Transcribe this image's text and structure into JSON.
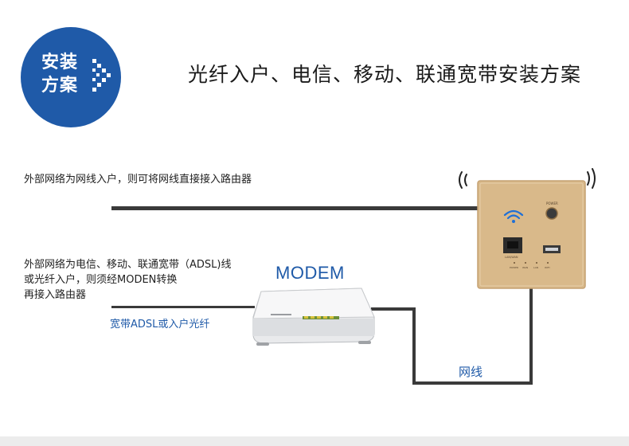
{
  "badge": {
    "line1": "安装",
    "line2": "方案"
  },
  "title": "光纤入户、电信、移动、联通宽带安装方案",
  "notes": {
    "direct": "外部网络为网线入户，则可将网线直接接入路由器",
    "modem_line1": "外部网络为电信、移动、联通宽带（ADSL)线",
    "modem_line2": "或光纤入户，则须经MODEN转换",
    "modem_line3": "再接入路由器"
  },
  "labels": {
    "modem": "MODEM",
    "adsl": "宽带ADSL或入户光纤",
    "cable": "网线"
  },
  "device": {
    "power": "POWER",
    "lan_port": "LAN/WAN",
    "port_labels": [
      "POWER",
      "WAN",
      "LAN",
      "WIFI"
    ]
  },
  "colors": {
    "brand_blue": "#1f5aa8",
    "panel_gold": "#d9b98a",
    "wire": "#3a3a3a"
  }
}
